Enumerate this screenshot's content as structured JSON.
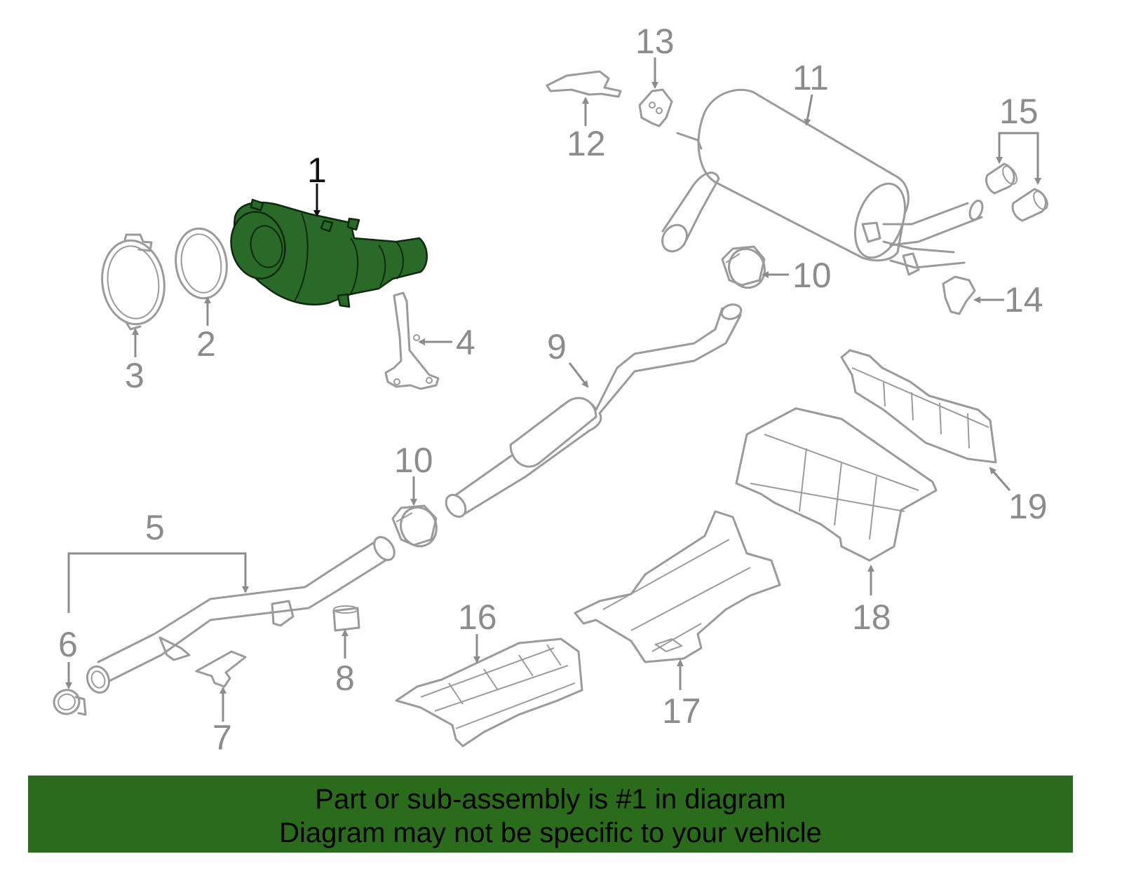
{
  "diagram": {
    "highlight_color": "#2a6a28",
    "line_color": "#9a9a9a",
    "callouts": [
      "1",
      "2",
      "3",
      "4",
      "5",
      "6",
      "7",
      "8",
      "9",
      "10",
      "10",
      "11",
      "12",
      "13",
      "14",
      "15",
      "16",
      "17",
      "18",
      "19"
    ],
    "highlighted_part": "1"
  },
  "footer": {
    "background": "#2b6b1c",
    "line1": "Part or sub-assembly is #1 in diagram",
    "line2": "Diagram may not be specific to your vehicle"
  }
}
